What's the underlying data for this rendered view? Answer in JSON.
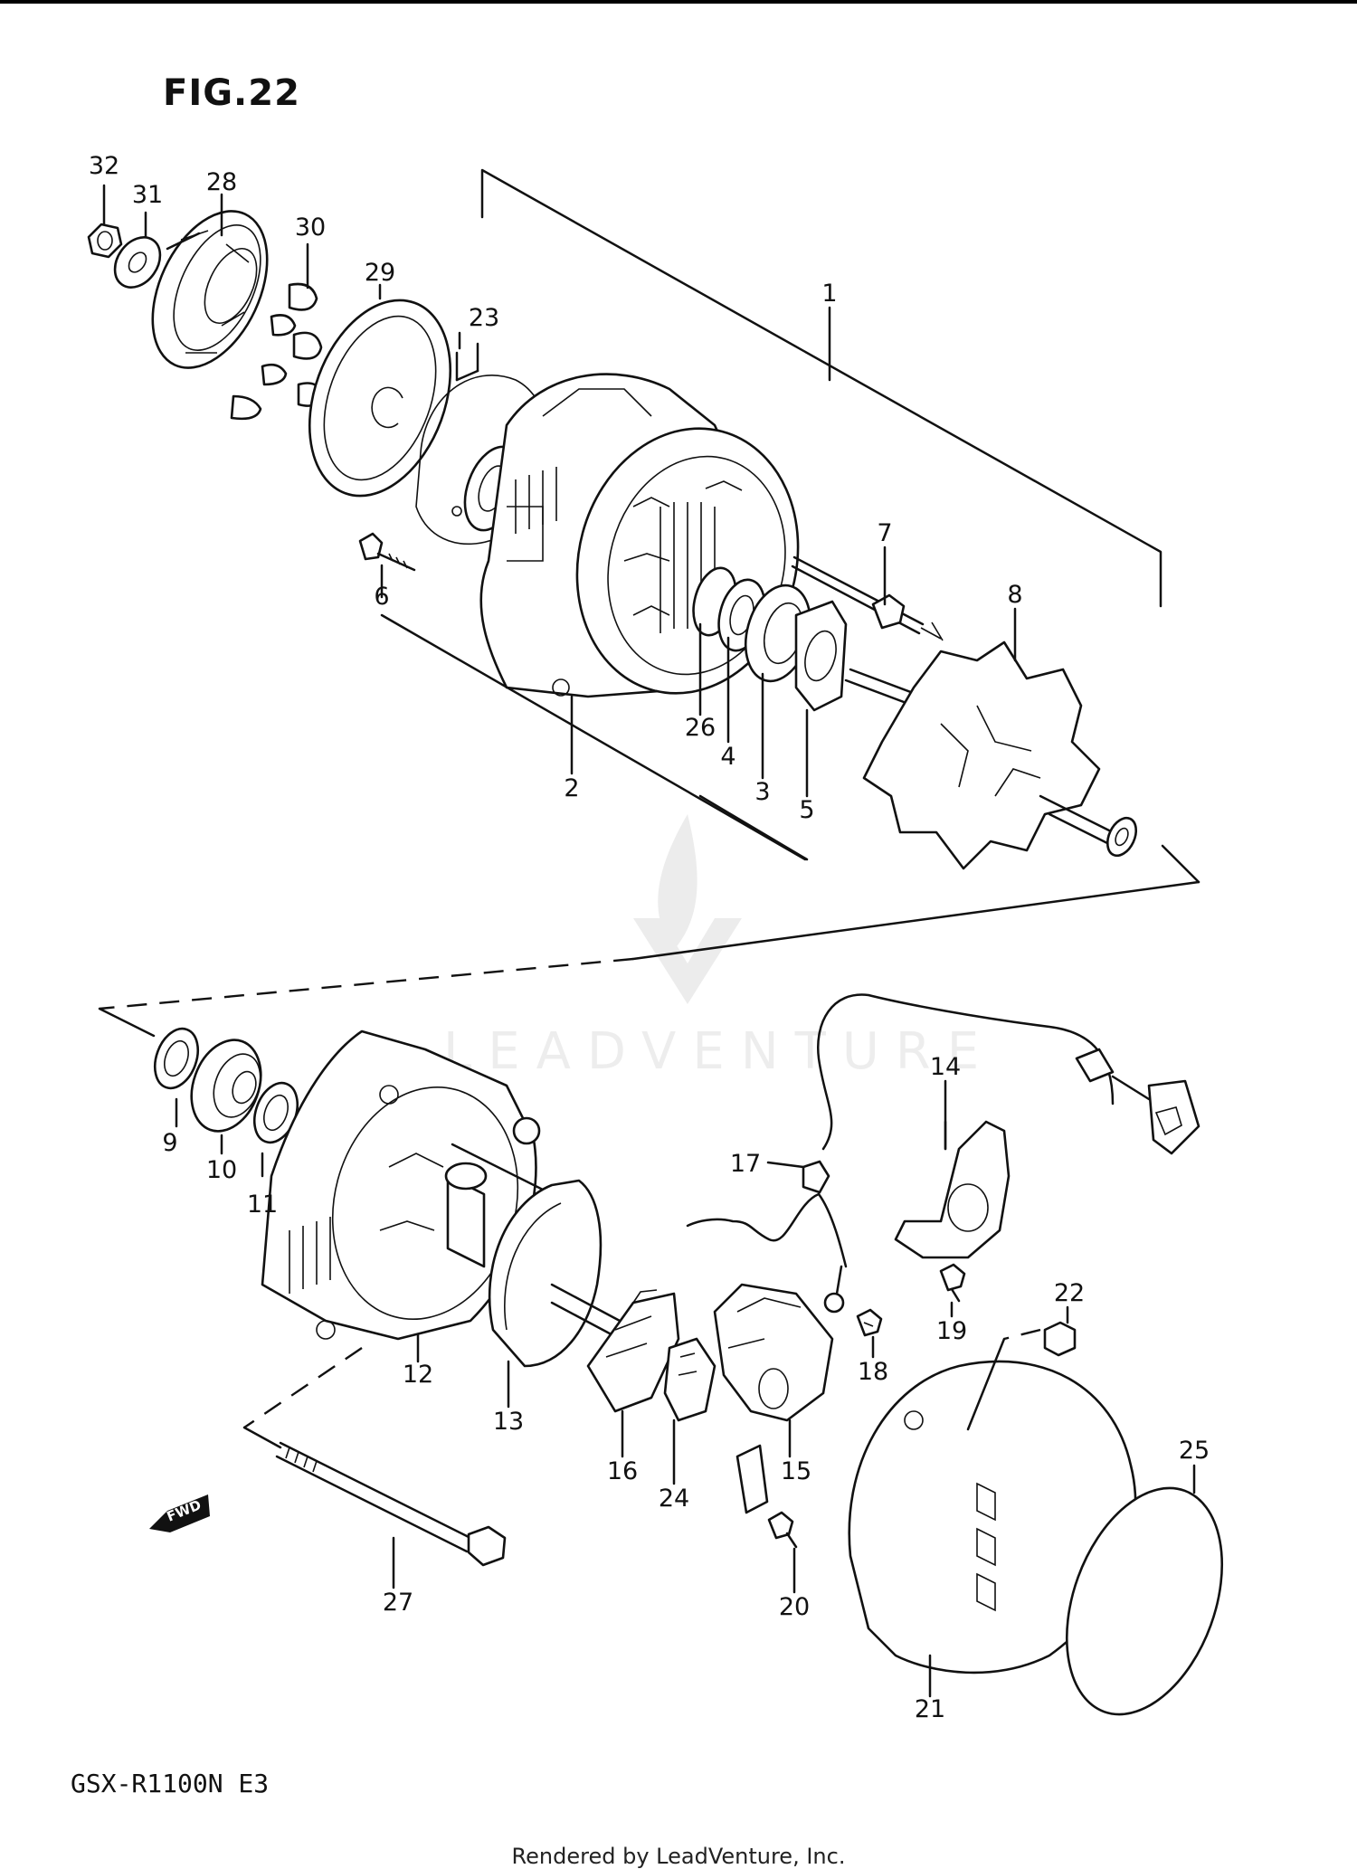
{
  "figure": {
    "title": "FIG.22",
    "model": "GSX-R1100N E3"
  },
  "footer": {
    "credit": "Rendered by LeadVenture, Inc."
  },
  "watermark": {
    "text": "LEADVENTURE"
  },
  "fwd_badge": {
    "label": "FWD"
  },
  "callouts": {
    "p1": "1",
    "p2": "2",
    "p3": "3",
    "p4": "4",
    "p5": "5",
    "p6": "6",
    "p7": "7",
    "p8": "8",
    "p9": "9",
    "p10": "10",
    "p11": "11",
    "p12": "12",
    "p13": "13",
    "p14": "14",
    "p15": "15",
    "p16": "16",
    "p17": "17",
    "p18": "18",
    "p19": "19",
    "p20": "20",
    "p21": "21",
    "p22": "22",
    "p23": "23",
    "p24": "24",
    "p25": "25",
    "p26": "26",
    "p27": "27",
    "p28": "28",
    "p29": "29",
    "p30": "30",
    "p31": "31",
    "p32": "32"
  }
}
